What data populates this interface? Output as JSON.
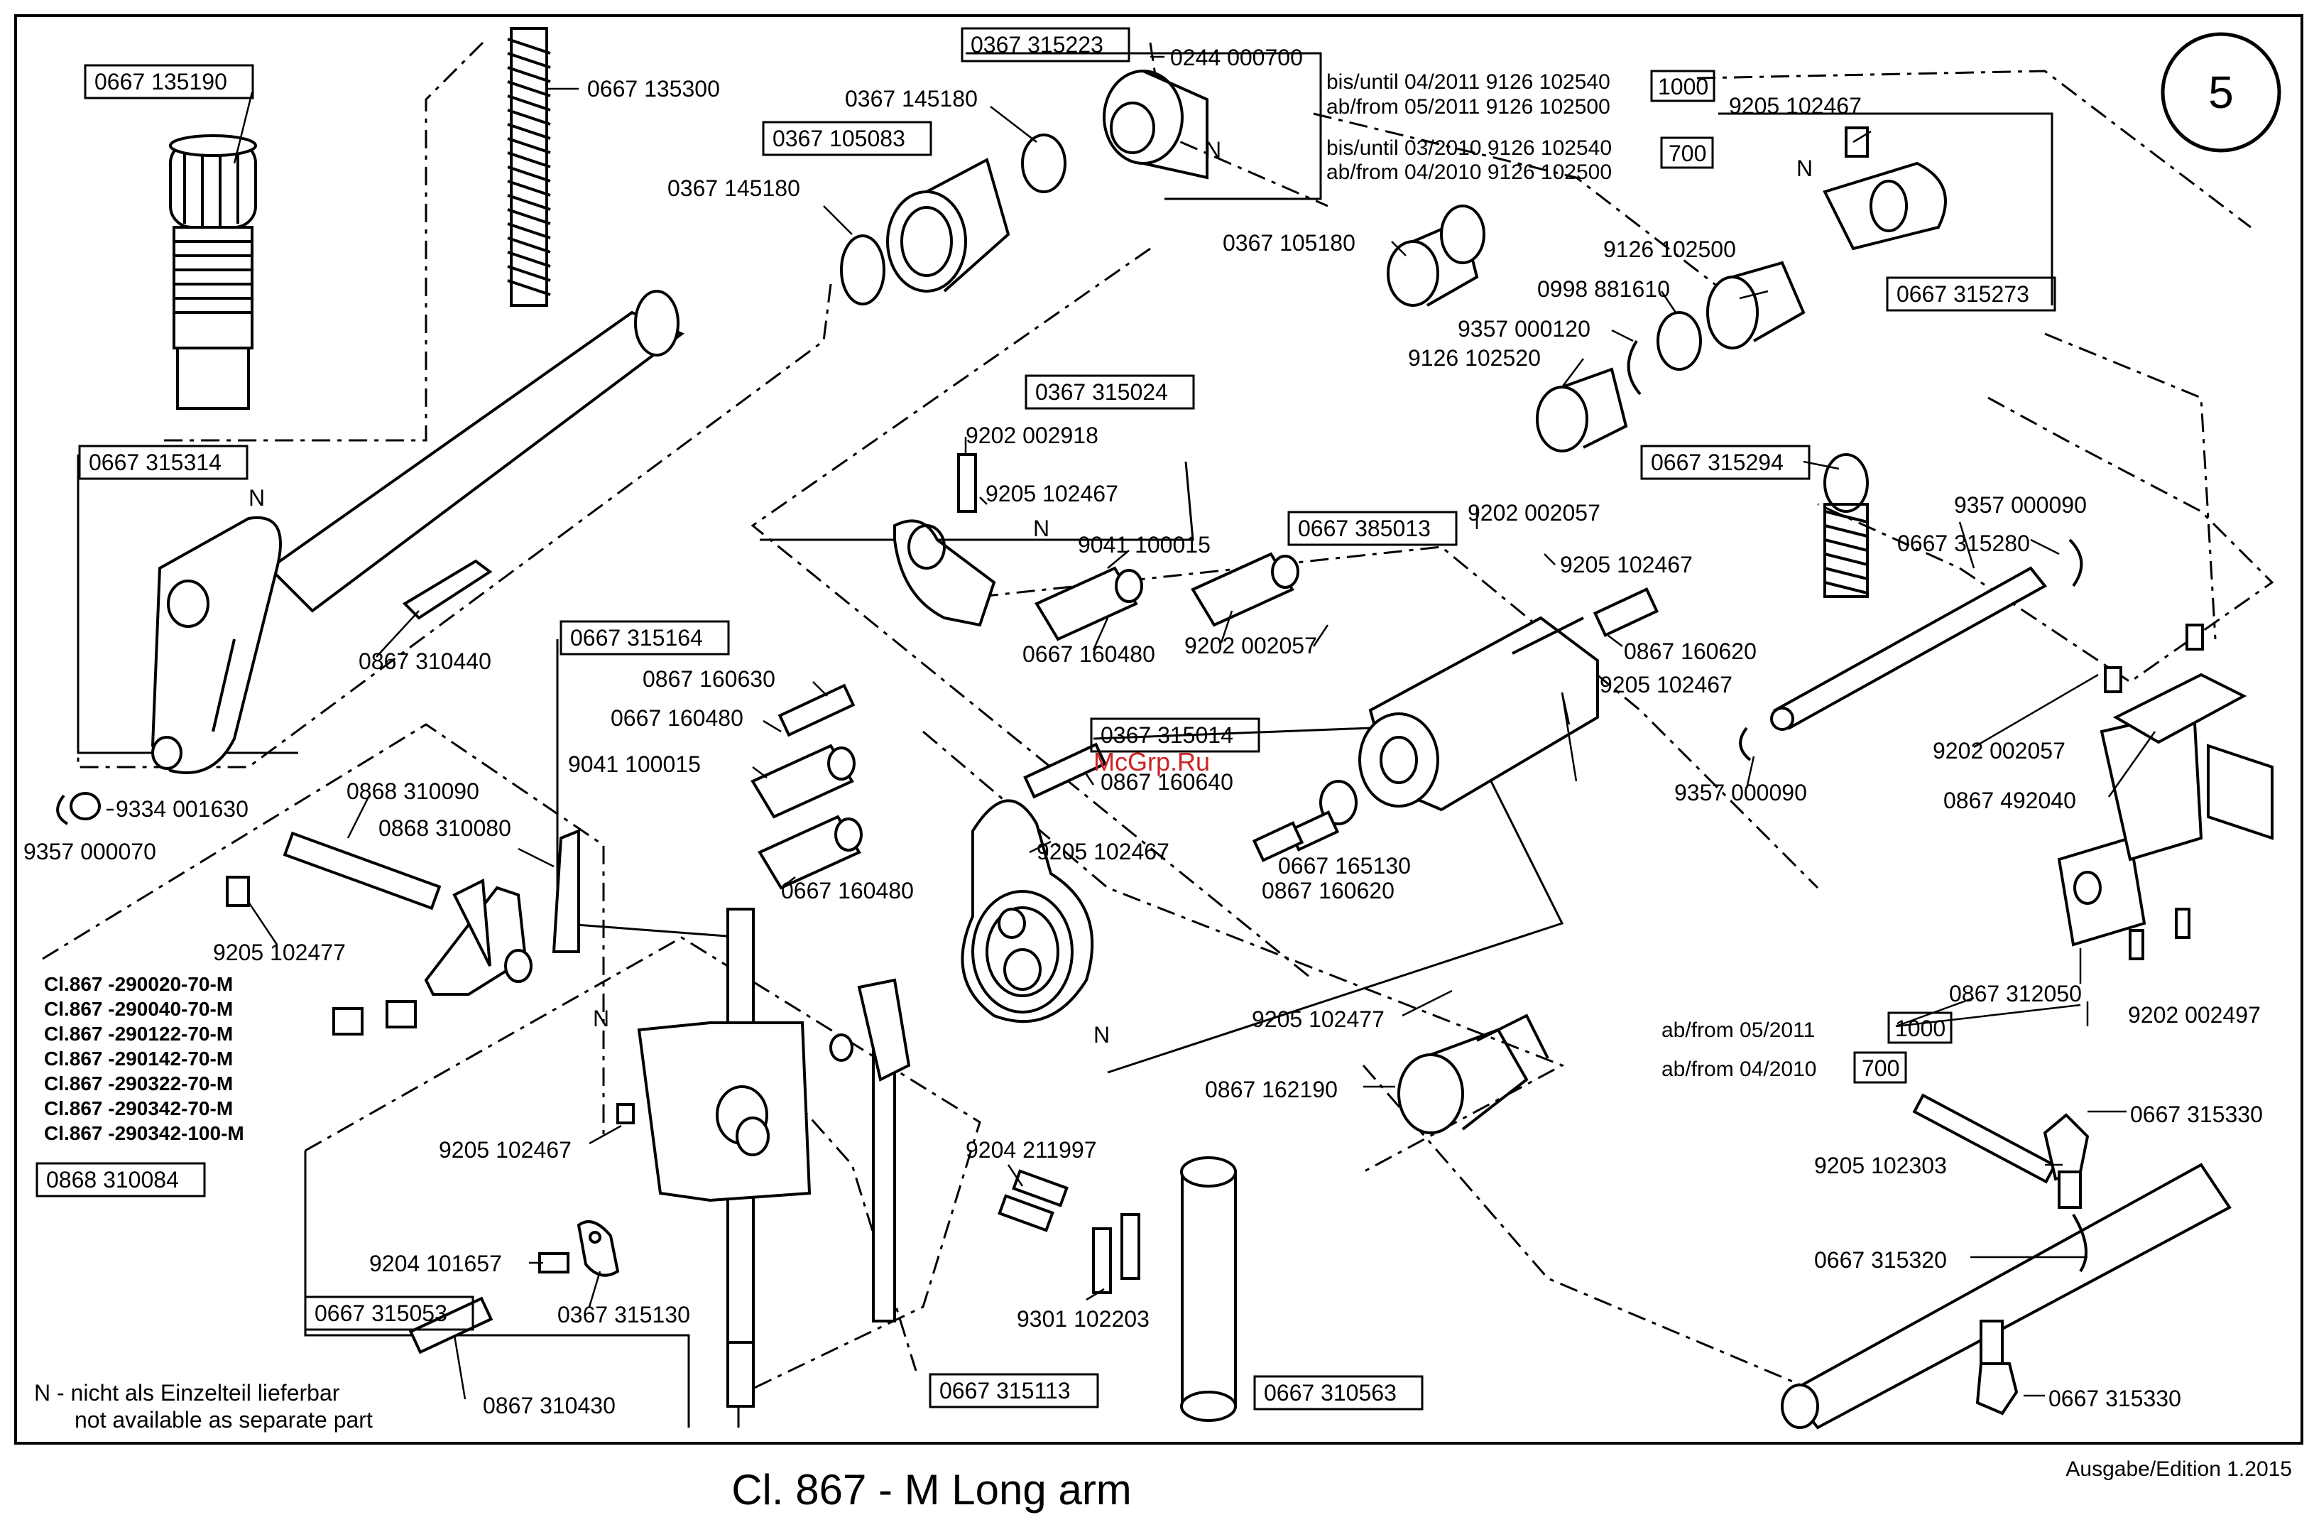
{
  "page_number": "5",
  "title": "Cl. 867 - M Long arm",
  "edition": "Ausgabe/Edition  1.2015",
  "watermark": "McGrp.Ru",
  "legend": {
    "line1": "N - nicht als Einzelteil lieferbar",
    "line2": "not available as separate part"
  },
  "version_notes": {
    "top_1000_line1": "bis/until  04/2011  9126 102540",
    "top_1000_line2": "ab/from  05/2011  9126 102500",
    "top_1000_box": "1000",
    "top_700_line1": "bis/until  03/2010  9126 102540",
    "top_700_line2": "ab/from  04/2010  9126 102500",
    "top_700_box": "700",
    "right_1000": "ab/from 05/2011",
    "right_1000_box": "1000",
    "right_700": "ab/from 04/2010",
    "right_700_box": "700"
  },
  "class_list": [
    "Cl.867 -290020-70-M",
    "Cl.867 -290040-70-M",
    "Cl.867 -290122-70-M",
    "Cl.867 -290142-70-M",
    "Cl.867 -290322-70-M",
    "Cl.867 -290342-70-M",
    "Cl.867 -290342-100-M"
  ],
  "boxed_parts": [
    "0667 135190",
    "0367 315223",
    "0367 105083",
    "0667 315273",
    "0367 315024",
    "0667 315294",
    "0667 315314",
    "0667 385013",
    "0667 315164",
    "0367 315014",
    "0868 310084",
    "0667 315053",
    "0667 315113",
    "0667 310563"
  ],
  "part_labels": [
    "0667 135300",
    "0244 000700",
    "0367 145180",
    "0367 145180",
    "0367 105180",
    "9205 102467",
    "9126 102500",
    "0998 881610",
    "9357 000120",
    "9126 102520",
    "9202 002918",
    "9205 102467",
    "9041 100015",
    "9202 002057",
    "9205 102467",
    "0667 160480",
    "9202 002057",
    "0867 160620",
    "9205 102467",
    "0867 310440",
    "0867 160630",
    "0667 160480",
    "9041 100015",
    "0867 160640",
    "9205 102467",
    "0667 160480",
    "0667 165130",
    "0867 160620",
    "9357 000090",
    "0667 315280",
    "9357 000090",
    "9202 002057",
    "0867 492040",
    "0867 312050",
    "9202 002497",
    "9205 102477",
    "0867 162190",
    "0667 315330",
    "9205 102303",
    "0667 315320",
    "0667 315330",
    "0868 310090",
    "0868 310080",
    "9205 102477",
    "9205 102467",
    "9204 101657",
    "0367 315130",
    "0867 310430",
    "9204 211997",
    "9301 102203",
    "9334 001630",
    "9357 000070"
  ],
  "n_marker": "N"
}
